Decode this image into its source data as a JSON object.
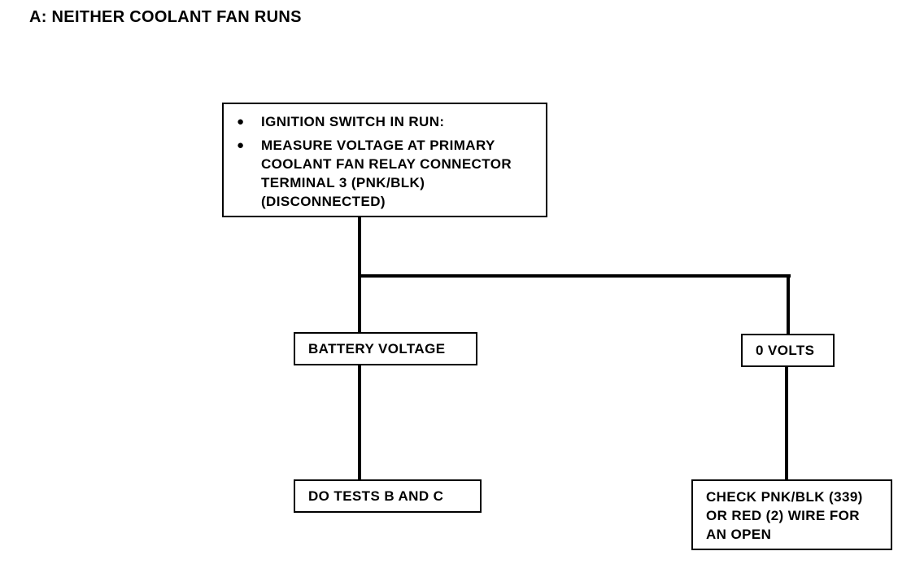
{
  "title": "A: NEITHER COOLANT FAN RUNS",
  "start_box": {
    "bullets": [
      {
        "symbol": "●",
        "lines": [
          "IGNITION SWITCH IN RUN:"
        ]
      },
      {
        "symbol": "●",
        "lines": [
          "MEASURE VOLTAGE AT PRIMARY",
          "COOLANT FAN RELAY CONNECTOR",
          "TERMINAL 3 (PNK/BLK)",
          "(DISCONNECTED)"
        ]
      }
    ]
  },
  "branches": {
    "battery_voltage": "BATTERY VOLTAGE",
    "zero_volts": "0 VOLTS"
  },
  "results": {
    "do_tests": "DO TESTS B AND C",
    "check_wire": [
      "CHECK PNK/BLK (339)",
      "OR RED (2) WIRE FOR",
      "AN OPEN"
    ]
  }
}
